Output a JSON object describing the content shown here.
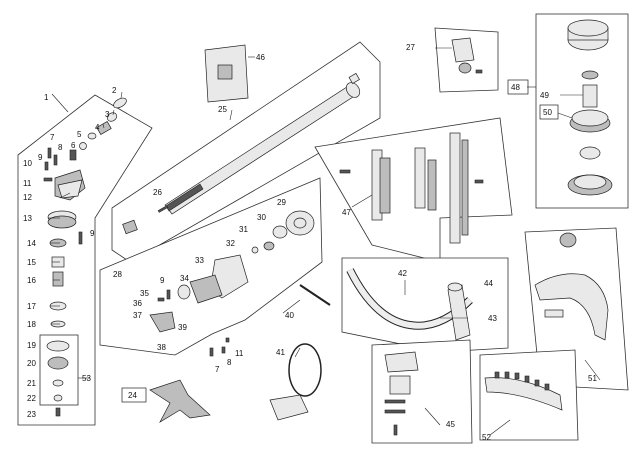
{
  "callouts": {
    "n1": "1",
    "n2": "2",
    "n3": "3",
    "n4": "4",
    "n5": "5",
    "n6": "6",
    "n7": "7",
    "n8": "8",
    "n9": "9",
    "n10": "10",
    "n11": "11",
    "n12": "12",
    "n13": "13",
    "n14": "14",
    "n15": "15",
    "n16": "16",
    "n17": "17",
    "n18": "18",
    "n19": "19",
    "n20": "20",
    "n21": "21",
    "n22": "22",
    "n23": "23",
    "n24": "24",
    "n25": "25",
    "n26": "26",
    "n27": "27",
    "n28": "28",
    "n29": "29",
    "n30": "30",
    "n31": "31",
    "n32": "32",
    "n33": "33",
    "n34": "34",
    "n35": "35",
    "n36": "36",
    "n37": "37",
    "n38": "38",
    "n39": "39",
    "n40": "40",
    "n41": "41",
    "n42": "42",
    "n43": "43",
    "n44": "44",
    "n45": "45",
    "n46": "46",
    "n47": "47",
    "n48": "48",
    "n49": "49",
    "n50": "50",
    "n51": "51",
    "n52": "52",
    "n53": "53",
    "n9b": "9",
    "n11b": "11",
    "n7b": "7",
    "n8b": "8"
  }
}
